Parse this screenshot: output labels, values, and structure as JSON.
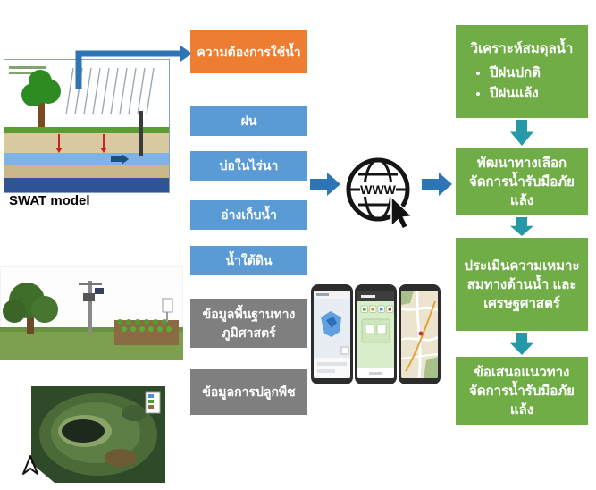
{
  "colors": {
    "orange_box": "#ED7D31",
    "blue_box": "#5B9BD5",
    "gray_box": "#7F7F7F",
    "green_box": "#70AD47",
    "blue_arrow": "#2E75B6",
    "teal_arrow": "#2699A8"
  },
  "left": {
    "swat_label": "SWAT model"
  },
  "globe": {
    "text": "WWW"
  },
  "inputs": [
    {
      "label": "ความต้องการใช้น้ำ",
      "style": "orange"
    },
    {
      "label": "ฝน",
      "style": "blue"
    },
    {
      "label": "บ่อในไร่นา",
      "style": "blue"
    },
    {
      "label": "อ่างเก็บน้ำ",
      "style": "blue"
    },
    {
      "label": "น้ำใต้ดิน",
      "style": "blue"
    },
    {
      "label": "ข้อมูลพื้นฐานทางภูมิศาสตร์",
      "style": "gray"
    },
    {
      "label": "ข้อมูลการปลูกพืช",
      "style": "gray"
    }
  ],
  "outputs": [
    {
      "title": "วิเคราะห์สมดุลน้ำ",
      "bullets": [
        "ปีฝนปกติ",
        "ปีฝนแล้ง"
      ]
    },
    {
      "title": "พัฒนาทางเลือกจัดการน้ำรับมือภัยแล้ง",
      "bullets": []
    },
    {
      "title": "ประเมินความเหมาะสมทางด้านน้ำ และเศรษฐศาสตร์",
      "bullets": []
    },
    {
      "title": "ข้อเสนอแนวทางจัดการน้ำรับมือภัยแล้ง",
      "bullets": []
    }
  ]
}
